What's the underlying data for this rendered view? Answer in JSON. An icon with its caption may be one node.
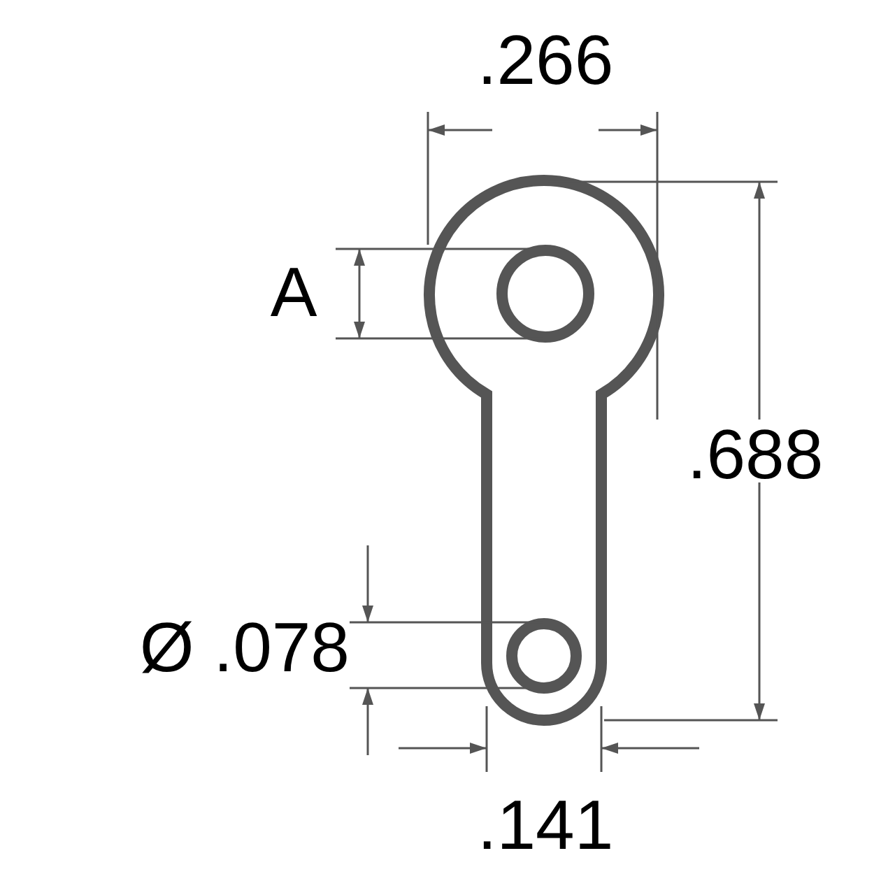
{
  "diagram": {
    "labels": [
      ".266",
      "A",
      ".688",
      "Ø .078",
      ".141"
    ]
  }
}
